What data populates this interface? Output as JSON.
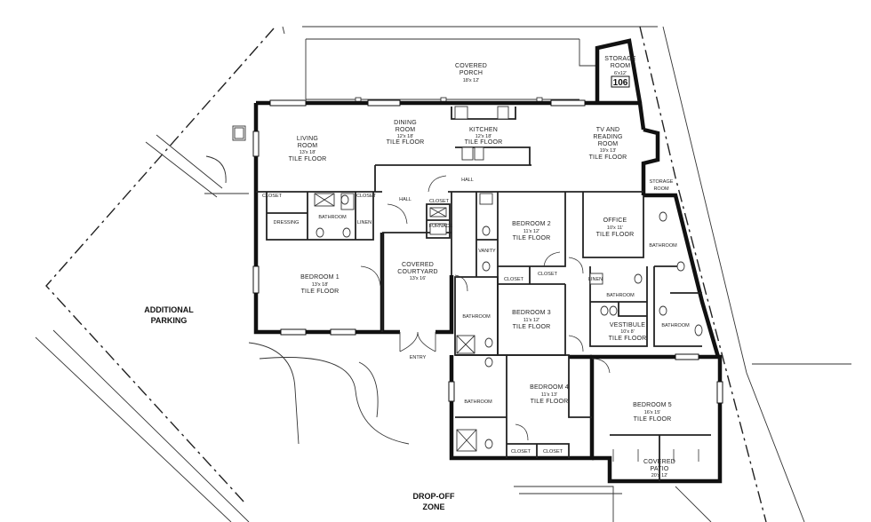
{
  "rooms": {
    "covered_porch": {
      "name": "COVERED",
      "name2": "PORCH",
      "dim": "18'x 12'"
    },
    "storage_room_top": {
      "name": "STORAGE",
      "name2": "ROOM",
      "dim": "6'x12'",
      "number": "106"
    },
    "dining_room": {
      "name": "DINING",
      "name2": "ROOM",
      "dim": "12'x 18'",
      "floor": "TILE FLOOR"
    },
    "kitchen": {
      "name": "KITCHEN",
      "dim": "12'x 18'",
      "floor": "TILE FLOOR"
    },
    "living_room": {
      "name": "LIVING",
      "name2": "ROOM",
      "dim": "13'x 18'",
      "floor": "TILE FLOOR"
    },
    "tv_reading_room": {
      "name": "TV AND",
      "name2": "READING",
      "name3": "ROOM",
      "dim": "19'x 13'",
      "floor": "TILE FLOOR"
    },
    "hall": {
      "name": "HALL"
    },
    "hall_west": {
      "name": "HALL"
    },
    "storage_room_right": {
      "name": "STORAGE",
      "name2": "ROOM"
    },
    "closet_w": {
      "name": "CLOSET"
    },
    "closet_w2": {
      "name": "CLOSET"
    },
    "closet_hall": {
      "name": "CLOSET"
    },
    "dressing": {
      "name": "DRESSING"
    },
    "bathroom_w": {
      "name": "BATHROOM"
    },
    "linen": {
      "name": "LINEN"
    },
    "furnace": {
      "name": "FURNACE"
    },
    "bedroom_2": {
      "name": "BEDROOM 2",
      "dim": "11'x 12'",
      "floor": "TILE FLOOR"
    },
    "office": {
      "name": "OFFICE",
      "dim": "10'x 11'",
      "floor": "TILE FLOOR"
    },
    "bathroom_e": {
      "name": "BATHROOM"
    },
    "vanity": {
      "name": "VANITY"
    },
    "bedroom_1": {
      "name": "BEDROOM 1",
      "dim": "13'x 18'",
      "floor": "TILE FLOOR"
    },
    "covered_courtyard": {
      "name": "COVERED",
      "name2": "COURTYARD",
      "dim": "13'x 16'"
    },
    "closet_b2a": {
      "name": "CLOSET"
    },
    "closet_b2b": {
      "name": "CLOSET"
    },
    "linen_e": {
      "name": "LINEN"
    },
    "bathroom_c": {
      "name": "BATHROOM"
    },
    "bedroom_3": {
      "name": "BEDROOM 3",
      "dim": "11'x 12'",
      "floor": "TILE FLOOR"
    },
    "bathroom_vest": {
      "name": "BATHROOM"
    },
    "vestibule": {
      "name": "VESTIBULE",
      "dim": "10'x 8'",
      "floor": "TILE FLOOR"
    },
    "bathroom_se": {
      "name": "BATHROOM"
    },
    "entry": {
      "name": "ENTRY"
    },
    "bedroom_4": {
      "name": "BEDROOM 4",
      "dim": "11'x 13'",
      "floor": "TILE FLOOR"
    },
    "bathroom_s": {
      "name": "BATHROOM"
    },
    "bedroom_5": {
      "name": "BEDROOM 5",
      "dim": "16'x 15'",
      "floor": "TILE FLOOR"
    },
    "closet_s1": {
      "name": "CLOSET"
    },
    "closet_s2": {
      "name": "CLOSET"
    },
    "covered_patio": {
      "name": "COVERED",
      "name2": "PATIO",
      "dim": "20'x 12'"
    }
  },
  "site": {
    "additional_parking": {
      "line1": "ADDITIONAL",
      "line2": "PARKING"
    },
    "drop_off": {
      "line1": "DROP-OFF",
      "line2": "ZONE"
    }
  }
}
